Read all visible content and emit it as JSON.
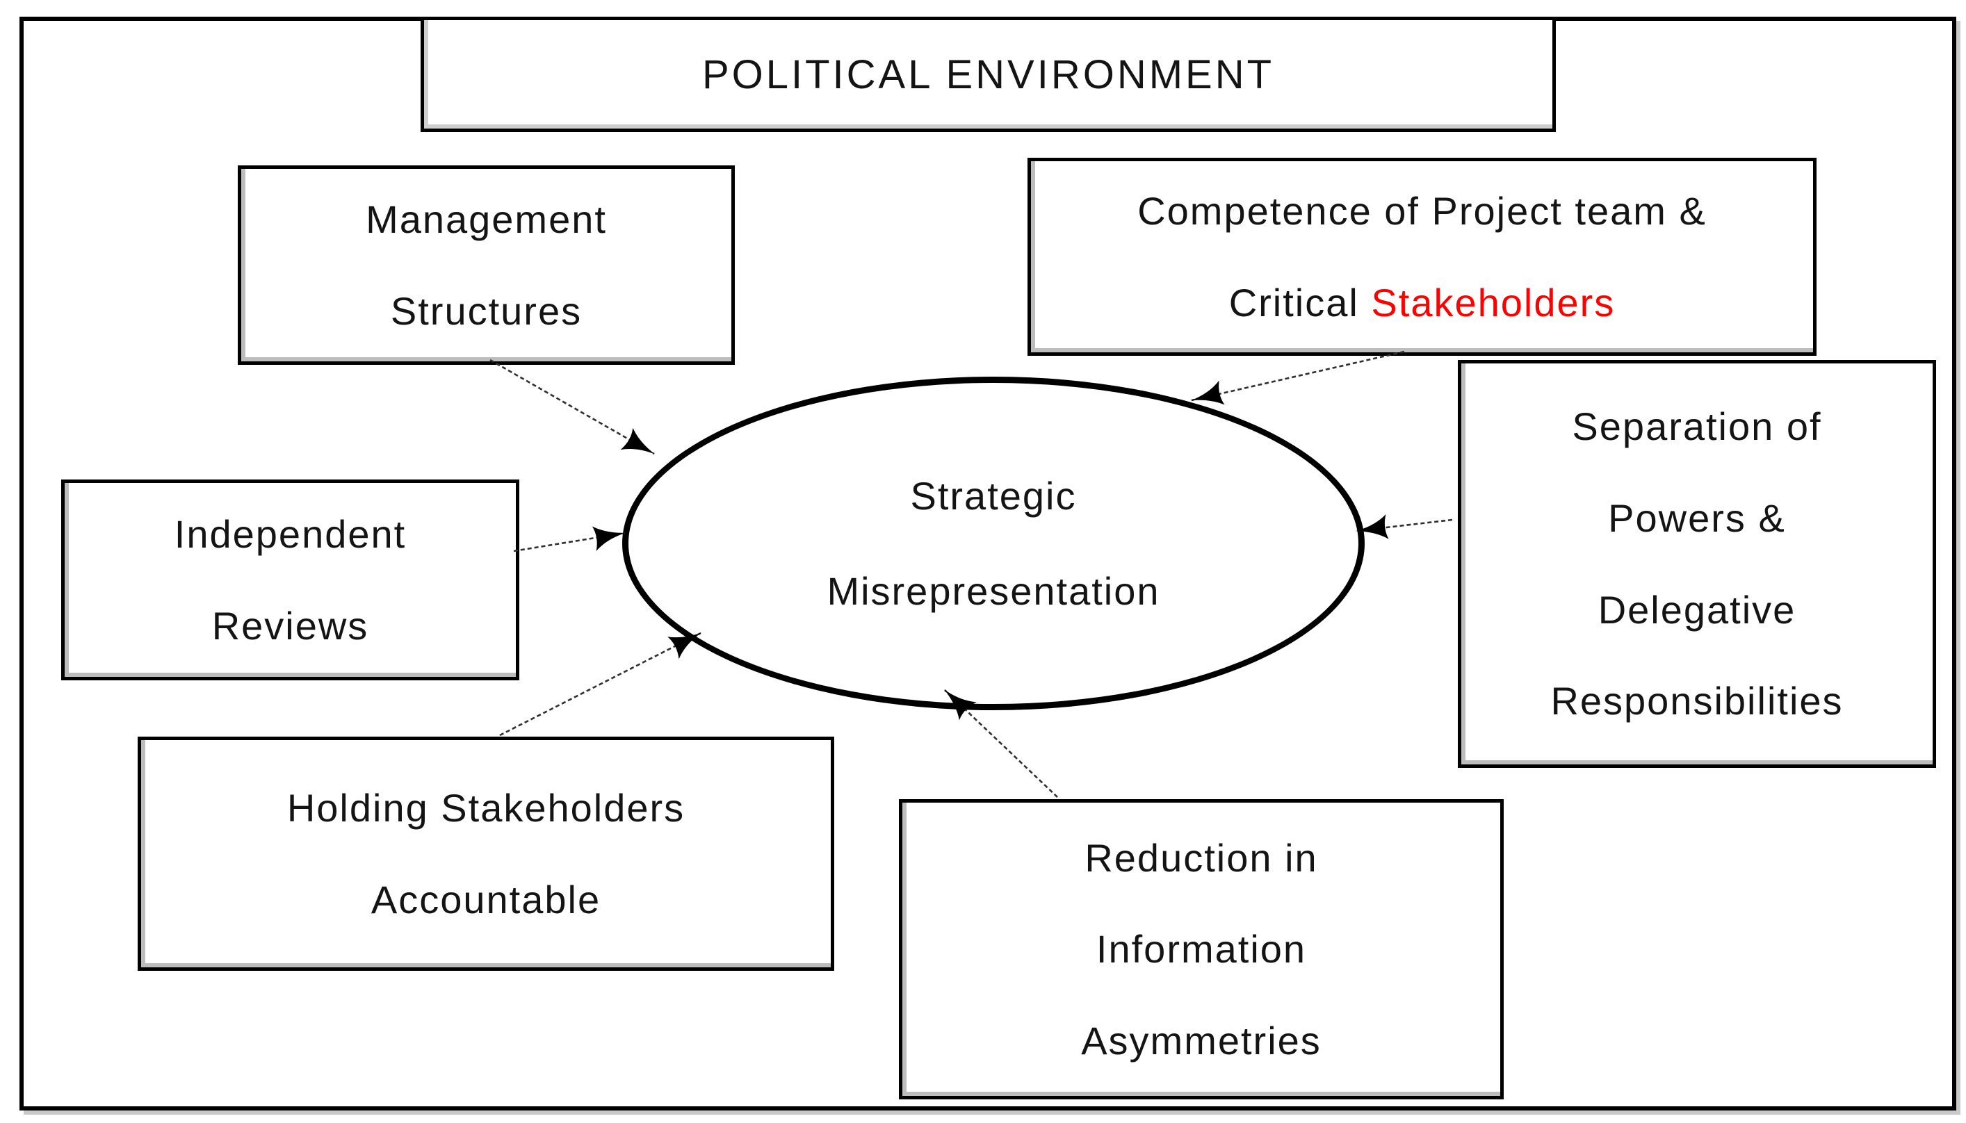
{
  "title": "POLITICAL ENVIRONMENT",
  "center": {
    "line1": "Strategic",
    "line2": "Misrepresentation"
  },
  "boxes": {
    "management": {
      "line1": "Management",
      "line2": "Structures"
    },
    "competence": {
      "line1": "Competence of Project team &",
      "line2_prefix": "Critical ",
      "line2_highlight": "Stakeholders"
    },
    "separation": {
      "line1": "Separation of",
      "line2": "Powers &",
      "line3": "Delegative",
      "line4": "Responsibilities"
    },
    "independent": {
      "line1": "Independent",
      "line2": "Reviews"
    },
    "holding": {
      "line1": "Holding Stakeholders",
      "line2": "Accountable"
    },
    "reduction": {
      "line1": "Reduction in",
      "line2": "Information",
      "line3": "Asymmetries"
    }
  },
  "colors": {
    "ink": "#141414",
    "highlight_red": "#fe0000",
    "border_black": "#000000"
  }
}
